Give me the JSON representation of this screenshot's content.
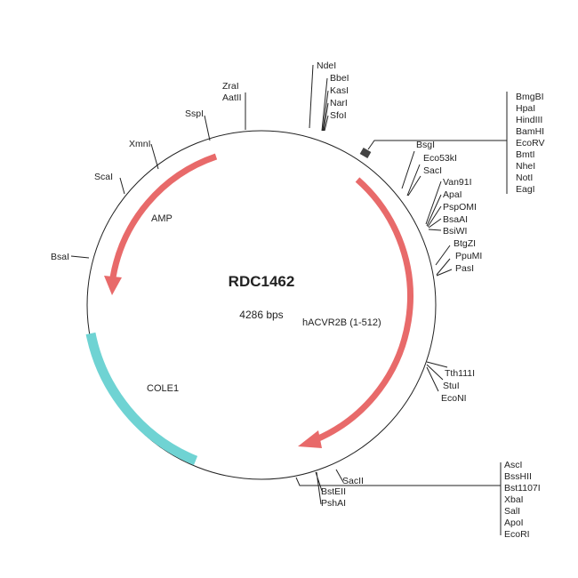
{
  "plasmid": {
    "name": "RDC1462",
    "size": "4286 bps"
  },
  "features": [
    {
      "name": "AMP",
      "color": "#e86a6a"
    },
    {
      "name": "hACVR2B (1-512)",
      "color": "#e86a6a"
    },
    {
      "name": "COLE1",
      "color": "#6fd3d3"
    }
  ],
  "sites": {
    "left": [
      "BsaI",
      "ScaI",
      "XmnI",
      "SspI",
      "ZraI",
      "AatII"
    ],
    "top": [
      "NdeI",
      "BbeI",
      "KasI",
      "NarI",
      "SfoI"
    ],
    "mcs1": [
      "BmgBI",
      "HpaI",
      "HindIII",
      "BamHI",
      "EcoRV",
      "BmtI",
      "NheI",
      "NotI",
      "EagI"
    ],
    "right1": [
      "BsgI",
      "Eco53kI",
      "SacI"
    ],
    "right2": [
      "Van91I",
      "ApaI",
      "PspOMI",
      "BsaAI",
      "BsiWI"
    ],
    "right3": [
      "BtgZI",
      "PpuMI",
      "PasI"
    ],
    "right4": [
      "Tth111I",
      "StuI",
      "EcoNI"
    ],
    "bottom": [
      "SacII",
      "BstEII",
      "PshAI"
    ],
    "mcs2": [
      "AscI",
      "BssHII",
      "Bst1107I",
      "XbaI",
      "SalI",
      "ApoI",
      "EcoRI"
    ]
  }
}
